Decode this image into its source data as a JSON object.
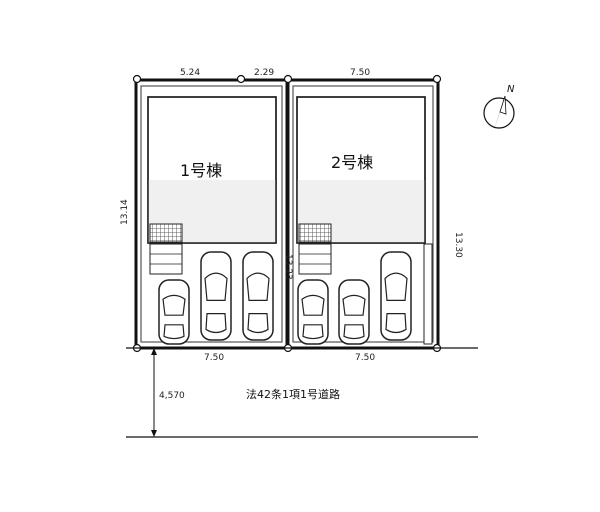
{
  "dimensions": {
    "top_left": "5.24",
    "top_mid": "2.29",
    "top_right": "7.50",
    "left_side": "13.14",
    "right_side": "13.30",
    "inner_side": "13.23",
    "bottom_left": "7.50",
    "bottom_right": "7.50",
    "road_width": "4,570"
  },
  "buildings": [
    {
      "label": "1号棟"
    },
    {
      "label": "2号棟"
    }
  ],
  "road": {
    "label": "法42条1項1号道路"
  },
  "compass": {
    "label": "N"
  },
  "lots": [
    {
      "name": "lot-1",
      "parking_spaces": 3
    },
    {
      "name": "lot-2",
      "parking_spaces": 3
    }
  ]
}
